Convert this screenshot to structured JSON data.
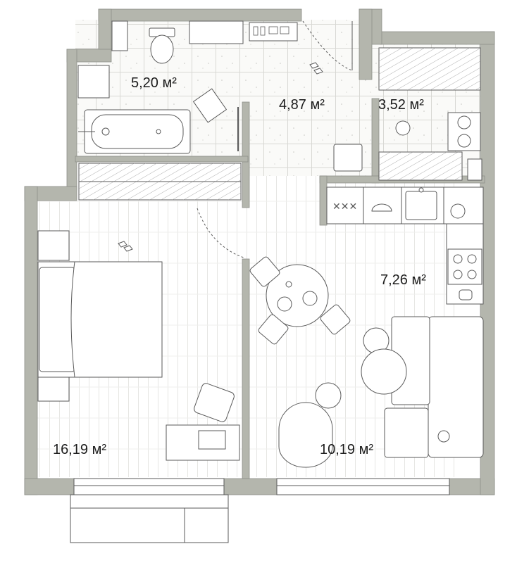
{
  "rooms": [
    {
      "id": "bathroom",
      "area": "5,20 м²"
    },
    {
      "id": "hallway",
      "area": "4,87 м²"
    },
    {
      "id": "storage",
      "area": "3,52 м²"
    },
    {
      "id": "kitchen",
      "area": "7,26 м²"
    },
    {
      "id": "bedroom",
      "area": "16,19 м²"
    },
    {
      "id": "living-room",
      "area": "10,19 м²"
    }
  ],
  "colors": {
    "wall": "#b4b6ad",
    "wall_edge": "#8e9089",
    "floor": "#ffffff",
    "plank_line": "#e9e9e6",
    "tile_line": "#dcdcd8",
    "furniture_stroke": "#5a5a5a",
    "text": "#1c1c1c"
  }
}
